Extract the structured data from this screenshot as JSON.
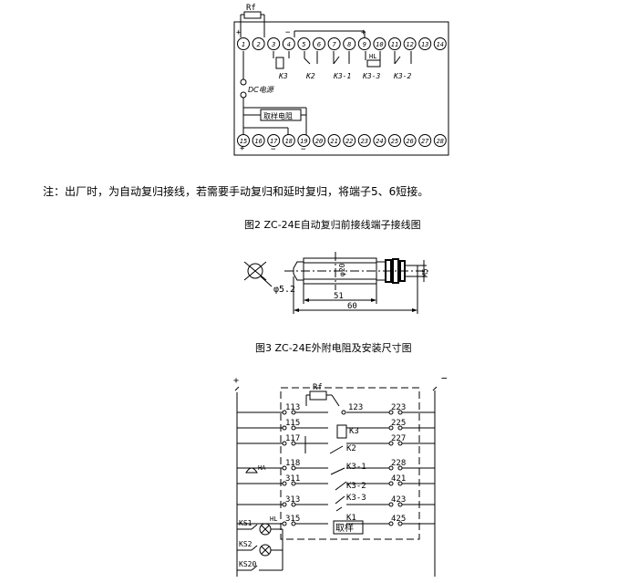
{
  "fig1": {
    "rf_label": "Rf",
    "top_terminals": [
      "1",
      "2",
      "3",
      "4",
      "5",
      "6",
      "7",
      "8",
      "9",
      "10",
      "11",
      "12",
      "13",
      "14"
    ],
    "bottom_terminals": [
      "15",
      "16",
      "17",
      "18",
      "19",
      "20",
      "21",
      "22",
      "23",
      "24",
      "25",
      "26",
      "27",
      "28"
    ],
    "k3_label": "K3",
    "k2_label": "K2",
    "k31_label": "K3-1",
    "k33_label": "K3-3",
    "k32_label": "K3-2",
    "hl_label": "HL",
    "dc_label": "DC电源",
    "sampling_label": "取样电阻",
    "plus": "+",
    "minus": "−"
  },
  "note": "注：出厂时，为自动复归接线，若需要手动复归和延时复归，将端子5、6短接。",
  "fig2_caption": "图2  ZC-24E自动复归前接线端子接线图",
  "fig3": {
    "dim_phi20": "φ20",
    "dim_51": "51",
    "dim_60": "60",
    "dim_phi52": "φ5.2",
    "dim_m5": "M5"
  },
  "fig3_caption": "图3  ZC-24E外附电阻及安装尺寸图",
  "fig4": {
    "plus": "+",
    "minus": "−",
    "rf": "Rf",
    "ha": "HA",
    "hl": "HL",
    "ks1": "KS1",
    "ks2": "KS2",
    "ks20": "KS20",
    "left_terms": [
      "113",
      "115",
      "117",
      "118",
      "311",
      "313",
      "315"
    ],
    "t123": "123",
    "right_terms": [
      "223",
      "225",
      "227",
      "228",
      "421",
      "423",
      "425"
    ],
    "k3": "K3",
    "k2": "K2",
    "k31": "K3-1",
    "k32": "K3-2",
    "k33": "K3-3",
    "k1": "K1",
    "sample": "取样"
  }
}
